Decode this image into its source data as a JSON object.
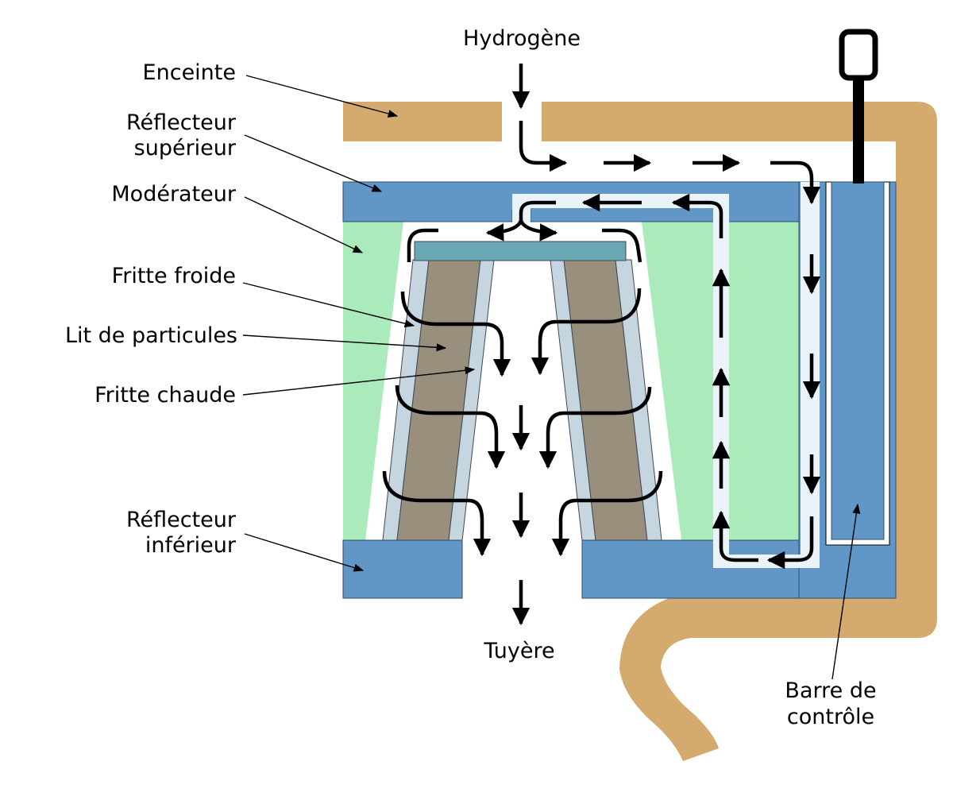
{
  "labels": {
    "inlet": "Hydrogène",
    "outlet": "Tuyère",
    "enceinte": "Enceinte",
    "reflecteur_sup_1": "Réflecteur",
    "reflecteur_sup_2": "supérieur",
    "moderateur": "Modérateur",
    "fritte_froide": "Fritte froide",
    "lit_particules": "Lit de particules",
    "fritte_chaude": "Fritte chaude",
    "reflecteur_inf_1": "Réflecteur",
    "reflecteur_inf_2": "inférieur",
    "barre_1": "Barre de",
    "barre_2": "contrôle"
  },
  "colors": {
    "enceinte": "#d4aa6e",
    "reflector": "#6097c6",
    "moderator": "#aaeabb",
    "frit": "#c5d6e0",
    "bed": "#988f7c",
    "top_plate": "#6aa7b4",
    "channel": "#eaf3f9",
    "flow": "#000000"
  }
}
